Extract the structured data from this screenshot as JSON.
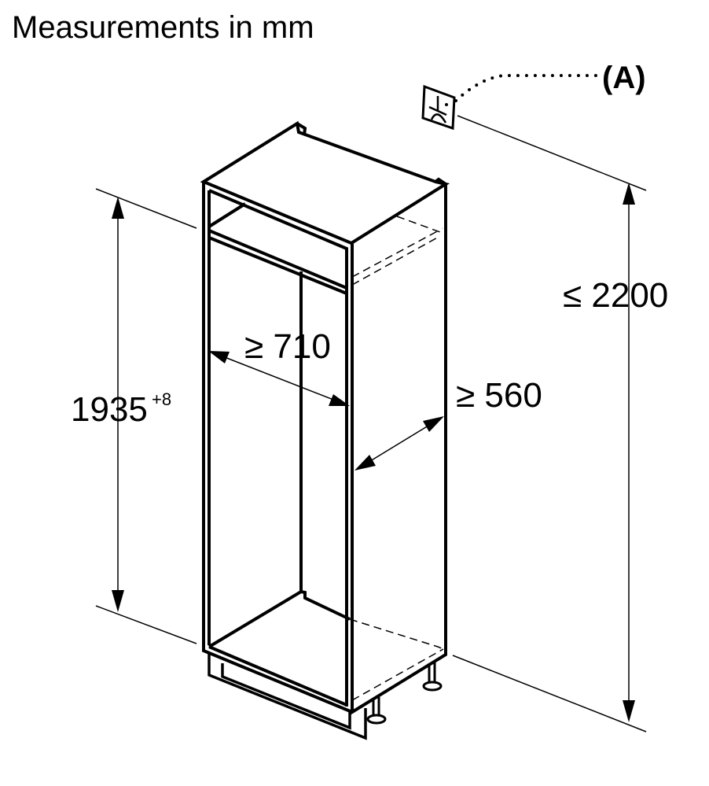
{
  "title": "Measurements in mm",
  "callout": "(A)",
  "dimensions": {
    "height_value": "1935",
    "height_tolerance": "+8",
    "max_total_height": "≤ 2200",
    "min_width": "≥ 710",
    "min_depth": "≥ 560"
  },
  "icons": {
    "socket": "power-socket-icon"
  }
}
